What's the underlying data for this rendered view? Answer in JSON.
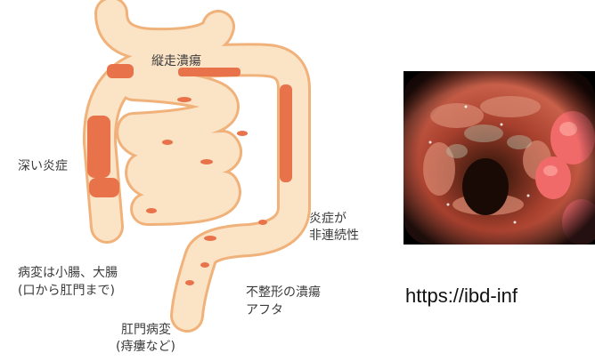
{
  "labels": {
    "longitudinal_ulcer": "縦走潰瘍",
    "deep_inflammation": "深い炎症",
    "discontinuous_1": "炎症が",
    "discontinuous_2": "非連続性",
    "lesion_site_1": "病変は小腸、大腸",
    "lesion_site_2": "(口から肛門まで)",
    "irregular_ulcer_1": "不整形の潰瘍",
    "irregular_ulcer_2": "アフタ",
    "anal_lesion_1": "肛門病変",
    "anal_lesion_2": "(痔瘻など)"
  },
  "source_url": "https://ibd-inf",
  "colors": {
    "intestine_fill": "#fbe3c6",
    "intestine_stroke": "#f0b27a",
    "lesion": "#e8734a",
    "text": "#3a3a3a"
  }
}
